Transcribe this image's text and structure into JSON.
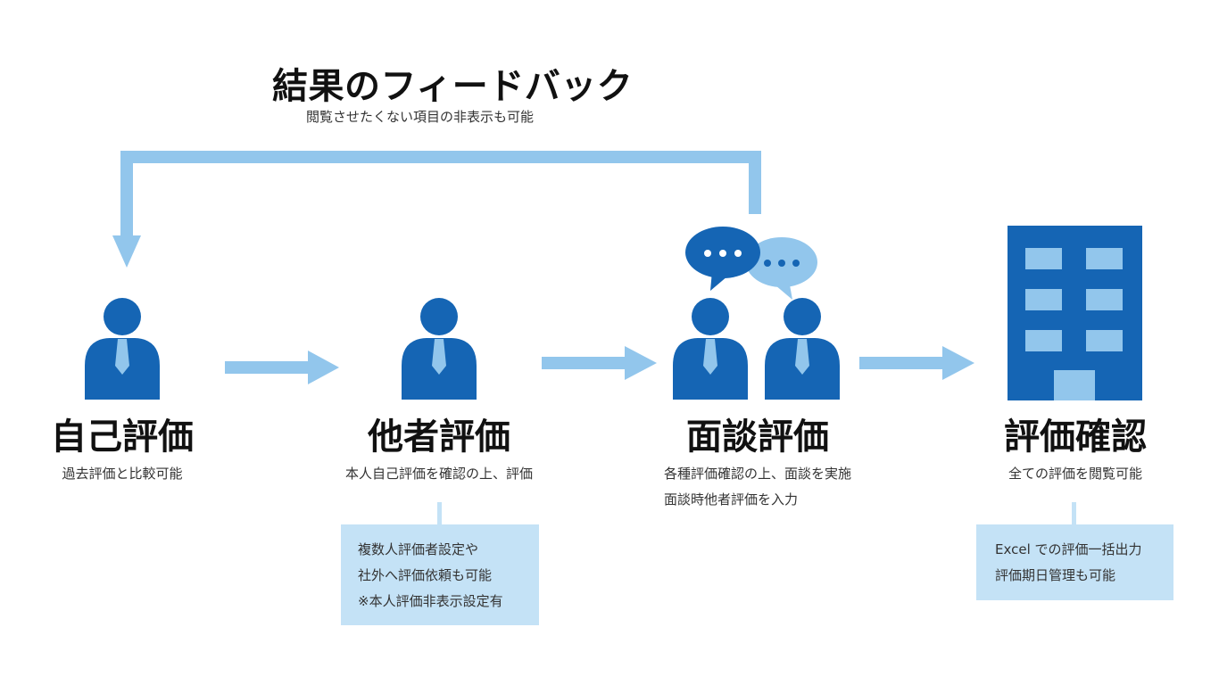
{
  "feedback": {
    "title": "結果のフィードバック",
    "subtitle": "閲覧させたくない項目の非表示も可能"
  },
  "stages": [
    {
      "title": "自己評価",
      "desc": [
        "過去評価と比較可能"
      ]
    },
    {
      "title": "他者評価",
      "desc": [
        "本人自己評価を確認の上、評価"
      ]
    },
    {
      "title": "面談評価",
      "desc": [
        "各種評価確認の上、面談を実施",
        "面談時他者評価を入力"
      ]
    },
    {
      "title": "評価確認",
      "desc": [
        "全ての評価を閲覧可能"
      ]
    }
  ],
  "notes": {
    "other_eval": [
      "複数人評価者設定や",
      "社外へ評価依頼も可能",
      "※本人評価非表示設定有"
    ],
    "confirm": [
      "Excel での評価一括出力",
      "評価期日管理も可能"
    ]
  },
  "colors": {
    "primary": "#1565b4",
    "light": "#92c6ec",
    "note_bg": "#c4e2f6"
  },
  "icons": [
    "person-icon",
    "speech-bubble-icon",
    "building-icon",
    "arrow-right-icon",
    "feedback-arrow-icon"
  ]
}
